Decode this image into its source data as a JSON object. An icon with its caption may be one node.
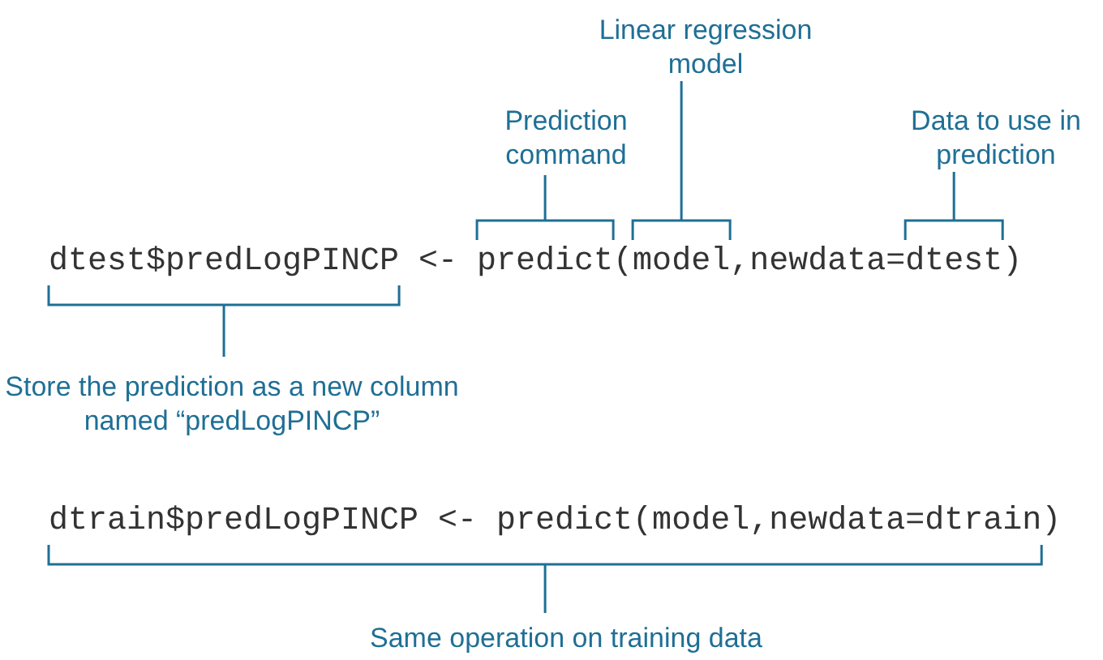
{
  "diagram": {
    "labels": [
      "Linear regression model",
      "Prediction command",
      "Data to use in prediction",
      "dtest$predLogPINCP <- predict(model,newdata=dtest)",
      "Store the prediction as a new column named “predLogPINCP”",
      "dtrain$predLogPINCP <- predict(model,newdata=dtrain)",
      "Same operation on training data"
    ]
  }
}
